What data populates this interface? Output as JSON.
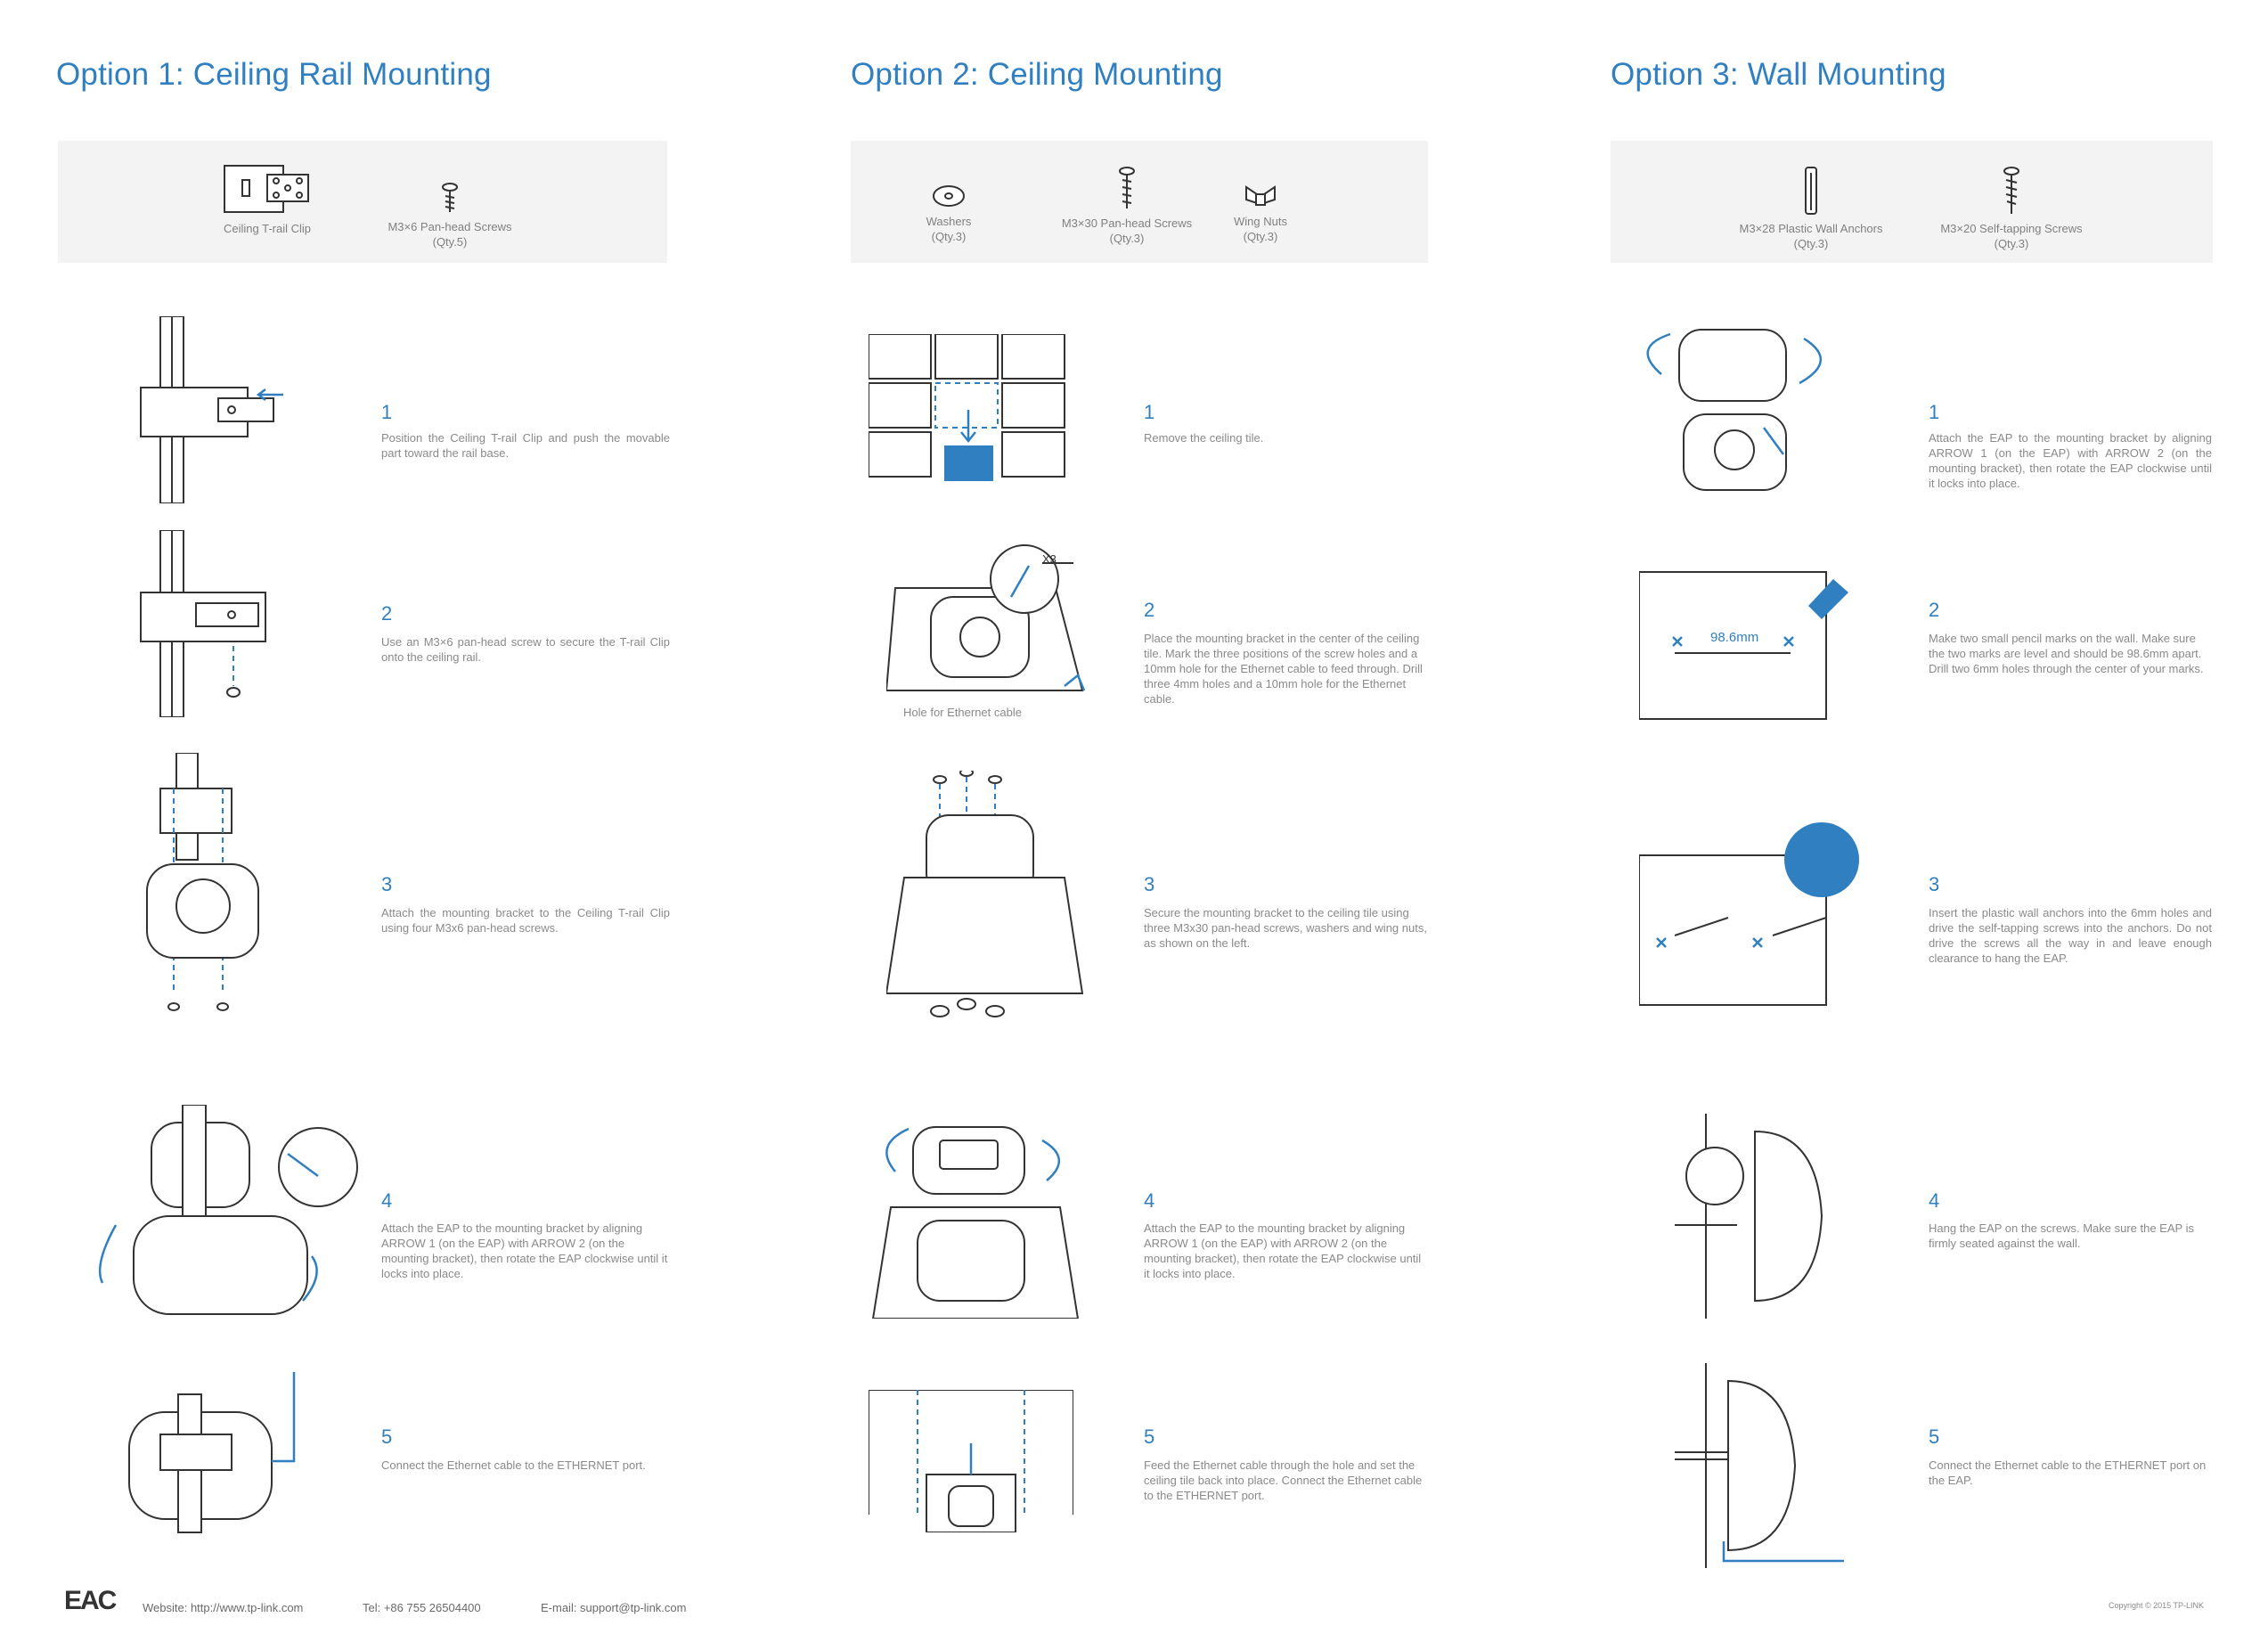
{
  "options": [
    {
      "title": "Option 1: Ceiling Rail Mounting",
      "parts": [
        {
          "label": "Ceiling T-rail Clip",
          "qty": "",
          "icon": "t-rail-clip-icon"
        },
        {
          "label": "M3×6 Pan-head Screws",
          "qty": "(Qty.5)",
          "icon": "screw-icon"
        }
      ],
      "steps": [
        {
          "num": "1",
          "text": "Position the Ceiling T-rail Clip and push the movable part toward the rail base."
        },
        {
          "num": "2",
          "text": "Use an M3×6 pan-head screw to secure the T-rail Clip onto the ceiling rail."
        },
        {
          "num": "3",
          "text": "Attach the mounting bracket to the Ceiling T-rail Clip using four M3x6 pan-head screws."
        },
        {
          "num": "4",
          "text": "Attach the EAP to the mounting bracket by aligning ARROW 1 (on the EAP) with ARROW 2 (on the mounting bracket), then rotate the EAP clockwise until it locks into place."
        },
        {
          "num": "5",
          "text": "Connect the Ethernet cable to the ETHERNET port."
        }
      ]
    },
    {
      "title": "Option 2: Ceiling Mounting",
      "parts": [
        {
          "label": "Washers",
          "qty": "(Qty.3)",
          "icon": "washer-icon"
        },
        {
          "label": "M3×30 Pan-head Screws",
          "qty": "(Qty.3)",
          "icon": "screw-icon"
        },
        {
          "label": "Wing Nuts",
          "qty": "(Qty.3)",
          "icon": "wing-nut-icon"
        }
      ],
      "steps": [
        {
          "num": "1",
          "text": "Remove the ceiling tile."
        },
        {
          "num": "2",
          "text": "Place the mounting bracket in the center of the ceiling tile. Mark the three positions of the screw holes and a 10mm hole for the Ethernet cable to feed through. Drill three 4mm holes and a 10mm hole for the Ethernet cable."
        },
        {
          "num": "3",
          "text": "Secure the mounting bracket to the ceiling tile using three M3x30 pan-head screws, washers and wing nuts, as shown on the left."
        },
        {
          "num": "4",
          "text": "Attach the EAP to the mounting bracket by aligning ARROW 1 (on the EAP) with ARROW 2 (on the mounting bracket), then rotate the EAP clockwise until it locks into place."
        },
        {
          "num": "5",
          "text": "Feed the Ethernet cable through the hole and set the ceiling tile back into place. Connect the Ethernet cable to the ETHERNET port."
        }
      ],
      "hole_caption": "Hole for Ethernet cable",
      "x3_label": "X3"
    },
    {
      "title": "Option 3:  Wall Mounting",
      "parts": [
        {
          "label": "M3×28 Plastic Wall Anchors",
          "qty": "(Qty.3)",
          "icon": "wall-anchor-icon"
        },
        {
          "label": "M3×20 Self-tapping Screws",
          "qty": "(Qty.3)",
          "icon": "self-tapping-screw-icon"
        }
      ],
      "steps": [
        {
          "num": "1",
          "text": "Attach the EAP to the mounting bracket by aligning ARROW 1 (on the EAP) with ARROW 2 (on the mounting bracket), then rotate the EAP clockwise until it locks into place."
        },
        {
          "num": "2",
          "text": "Make two small pencil marks on the wall. Make sure the two marks are level and should be 98.6mm apart. Drill two 6mm holes through the center of your marks."
        },
        {
          "num": "3",
          "text": "Insert the plastic wall anchors into the 6mm holes and drive the self-tapping screws into the anchors. Do not drive the screws all the way in and leave enough clearance to hang the EAP."
        },
        {
          "num": "4",
          "text": "Hang the EAP on the screws. Make sure the EAP is firmly seated against the wall."
        },
        {
          "num": "5",
          "text": "Connect the Ethernet cable to the ETHERNET port on the EAP."
        }
      ],
      "distance_label": "98.6mm"
    }
  ],
  "footer": {
    "logo": "EAC",
    "website": "Website: http://www.tp-link.com",
    "tel": "Tel: +86 755 26504400",
    "email": "E-mail: support@tp-link.com",
    "copyright": "Copyright © 2015 TP-LINK"
  },
  "colors": {
    "accent": "#2f7fc1",
    "panel": "#f3f3f3",
    "text": "#8a8a8a"
  }
}
